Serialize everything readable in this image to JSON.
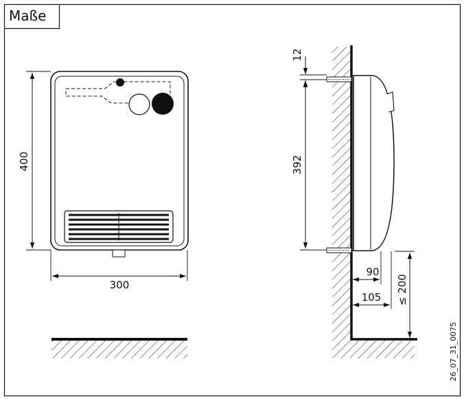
{
  "title": "Maße",
  "dimensions": {
    "height_total": "400",
    "width_total": "300",
    "top_offset": "12",
    "mount_spacing": "392",
    "depth_front": "90",
    "depth_overall": "105",
    "floor_clearance": "≤ 200"
  },
  "drawing_code": "26_07_31_0075"
}
